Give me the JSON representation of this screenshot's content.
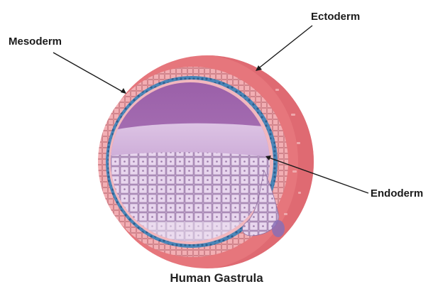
{
  "title": "Human Gastrula",
  "labels": {
    "mesoderm": "Mesoderm",
    "ectoderm": "Ectoderm",
    "endoderm": "Endoderm"
  },
  "colors": {
    "outer_sphere": "#e6767c",
    "ectoderm_layer": "#f0a8ad",
    "mesoderm_layer": "#3f7fb0",
    "endoderm_cells": "#ddc4e4",
    "amniotic_cavity": "#9f68ad",
    "yolk_region": "#caa6d6"
  }
}
